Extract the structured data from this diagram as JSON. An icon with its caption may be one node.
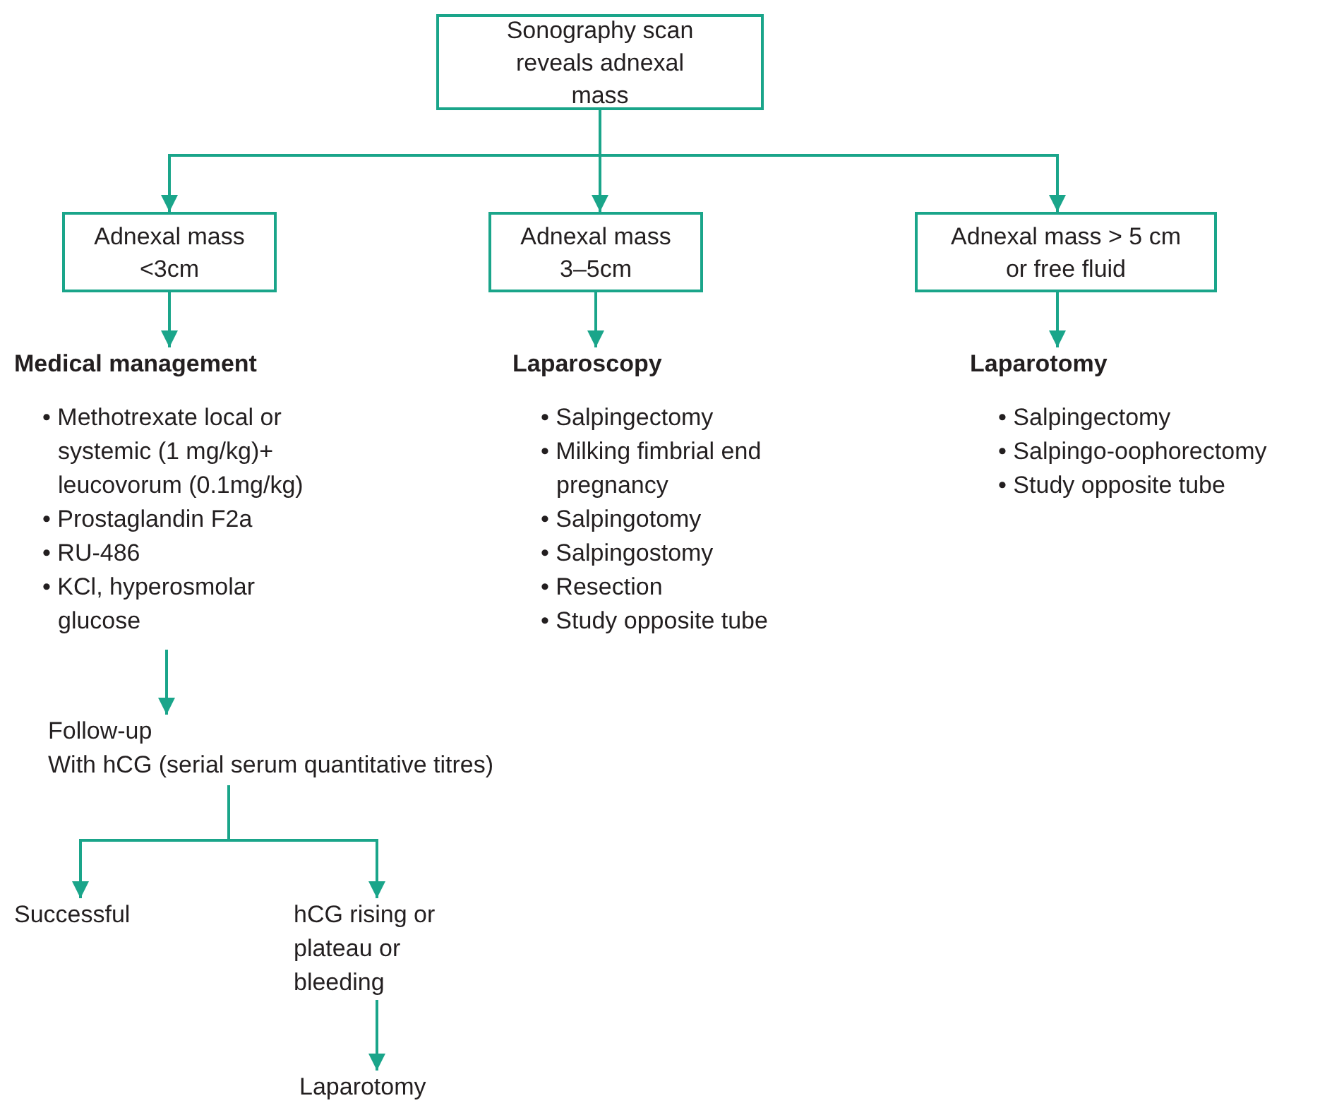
{
  "diagram": {
    "nodes": [
      {
        "text": [
          "Sonography scan reveals adnexal mass"
        ]
      },
      {
        "text": [
          "Adnexal mass <3cm"
        ]
      },
      {
        "text": [
          "Adnexal mass 3–5cm"
        ]
      },
      {
        "text": [
          "Adnexal mass > 5 cm or free fluid"
        ]
      },
      {
        "text": [
          "Medical management",
          "• Methotrexate local or systemic (1 mg/kg)+ leucovorum (0.1mg/kg)",
          "• Prostaglandin F2a",
          "• RU-486",
          "• KCl, hyperosmolar glucose"
        ]
      },
      {
        "text": [
          "Laparoscopy",
          "• Salpingectomy",
          "• Milking fimbrial end pregnancy",
          "• Salpingotomy",
          "• Salpingostomy",
          "• Resection",
          "• Study opposite tube"
        ]
      },
      {
        "text": [
          "Laparotomy",
          "• Salpingectomy",
          "• Salpingo-oophorectomy",
          "• Study opposite tube"
        ]
      },
      {
        "text": [
          "Follow-up",
          "With hCG (serial serum quantitative titres)"
        ]
      },
      {
        "text": [
          "Successful"
        ]
      },
      {
        "text": [
          "hCG rising or plateau or bleeding"
        ]
      },
      {
        "text": [
          "Laparotomy"
        ]
      }
    ],
    "edges": [
      {
        "from": 0,
        "to": 1,
        "arrow": "to"
      },
      {
        "from": 0,
        "to": 2,
        "arrow": "to"
      },
      {
        "from": 0,
        "to": 3,
        "arrow": "to"
      },
      {
        "from": 1,
        "to": 4,
        "arrow": "to"
      },
      {
        "from": 2,
        "to": 5,
        "arrow": "to"
      },
      {
        "from": 3,
        "to": 6,
        "arrow": "to"
      },
      {
        "from": 4,
        "to": 7,
        "arrow": "to"
      },
      {
        "from": 7,
        "to": 8,
        "arrow": "to"
      },
      {
        "from": 7,
        "to": 9,
        "arrow": "to"
      },
      {
        "from": 9,
        "to": 10,
        "arrow": "to"
      }
    ]
  }
}
